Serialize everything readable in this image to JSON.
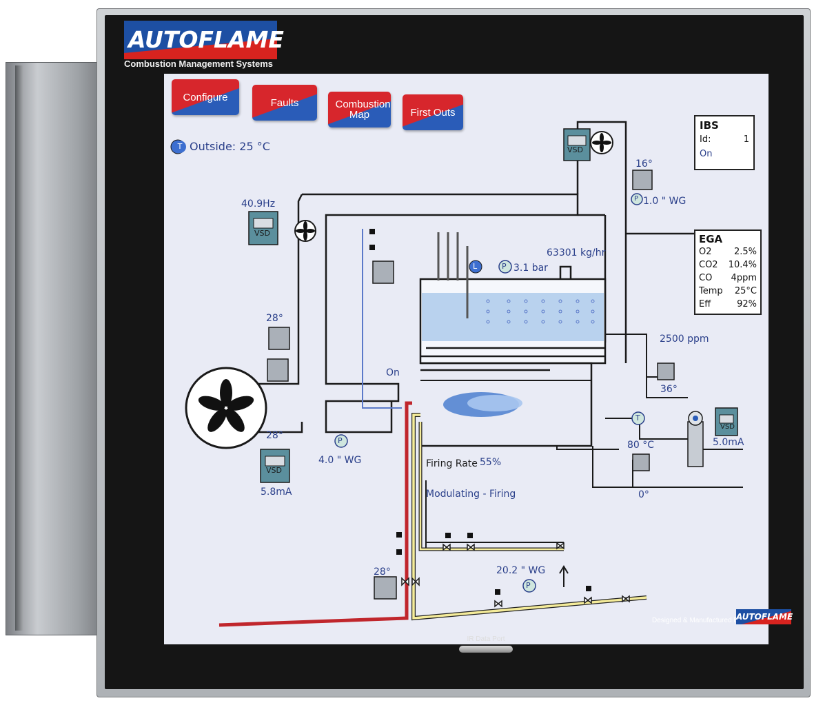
{
  "brand": {
    "logo_text": "AUTOFLAME",
    "tagline": "Combustion Management Systems",
    "designed_by": "Designed & Manufactured By",
    "mini_logo_text": "AUTOFLAME",
    "ir_port_label": "IR Data Port"
  },
  "buttons": [
    {
      "label": "Configure"
    },
    {
      "label": "Faults"
    },
    {
      "label": "Combustion Map"
    },
    {
      "label": "First Outs"
    }
  ],
  "outside": {
    "icon_letter": "T",
    "text": "Outside: 25 °C"
  },
  "ibs": {
    "title": "IBS",
    "id_label": "Id:",
    "id_value": "1",
    "status": "On"
  },
  "ega": {
    "title": "EGA",
    "rows": [
      {
        "label": "O2",
        "value": "2.5%"
      },
      {
        "label": "CO2",
        "value": "10.4%"
      },
      {
        "label": "CO",
        "value": "4ppm"
      },
      {
        "label": "Temp",
        "value": "25°C"
      },
      {
        "label": "Eff",
        "value": "92%"
      }
    ]
  },
  "readings": {
    "fan_top_angle": "16°",
    "top_pressure": "1.0 \" WG",
    "vsd_left_hz": "40.9Hz",
    "damper_left_angle": "28°",
    "fan_main_angle": "28°",
    "fan_main_ma": "5.8mA",
    "air_pressure": "4.0 \" WG",
    "steam_flow": "63301 kg/hr",
    "steam_pressure": "3.1 bar",
    "tds_ppm": "2500 ppm",
    "blowdown_angle": "36°",
    "feed_ma": "5.0mA",
    "feed_temp": "80 °C",
    "feed_valve_angle": "0°",
    "burner_status": "On",
    "firing_rate_label": "Firing Rate",
    "firing_rate_value": "55%",
    "mode": "Modulating - Firing",
    "gas_valve_angle": "28°",
    "gas_pressure": "20.2 \" WG"
  },
  "symbols": {
    "vsd": "VSD",
    "pressure": "P",
    "temperature": "T",
    "level": "L"
  },
  "colors": {
    "screen_bg": "#e9ebf5",
    "duct_stroke": "#1a1a1a",
    "oil_line": "#c0262c",
    "gas_line": "#f5ec9a",
    "water": "#b9d2ee",
    "label_blue": "#2a3f8a",
    "device_teal": "#4d8a98"
  }
}
